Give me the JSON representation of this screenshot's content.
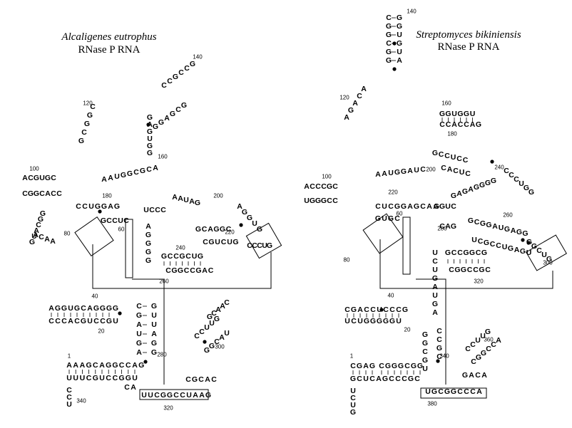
{
  "figure": {
    "left": {
      "species": "Alcaligenes eutrophus",
      "molecule": "RNase P RNA",
      "numbers": [
        "1",
        "20",
        "40",
        "60",
        "80",
        "100",
        "120",
        "140",
        "160",
        "180",
        "200",
        "220",
        "240",
        "260",
        "280",
        "300",
        "320",
        "340"
      ]
    },
    "right": {
      "species": "Streptomyces bikiniensis",
      "molecule": "RNase P RNA",
      "numbers": [
        "1",
        "20",
        "40",
        "60",
        "80",
        "100",
        "120",
        "140",
        "160",
        "180",
        "200",
        "220",
        "240",
        "260",
        "280",
        "300",
        "320",
        "340",
        "360",
        "380"
      ]
    }
  }
}
